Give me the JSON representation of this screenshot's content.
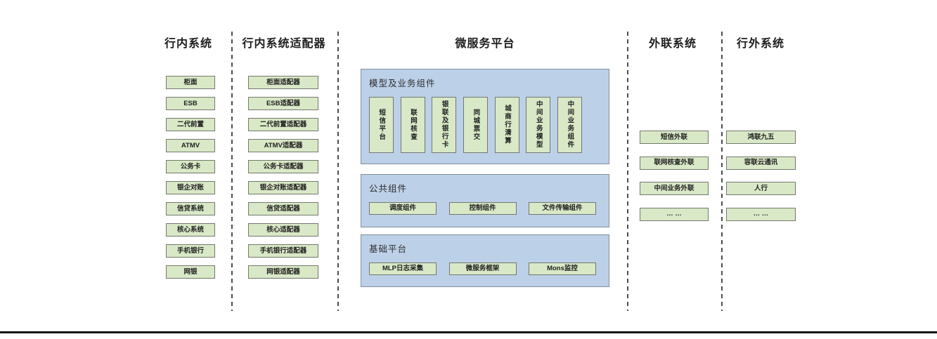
{
  "headers": {
    "inbank": "行内系统",
    "adapters": "行内系统适配器",
    "platform": "微服务平台",
    "outlink": "外联系统",
    "external": "行外系统"
  },
  "inbank_items": [
    "柜面",
    "ESB",
    "二代前置",
    "ATMV",
    "公务卡",
    "银企对账",
    "信贷系统",
    "核心系统",
    "手机银行",
    "网银"
  ],
  "adapter_items": [
    "柜面适配器",
    "ESB适配器",
    "二代前置适配器",
    "ATMV适配器",
    "公务卡适配器",
    "银企对账适配器",
    "信贷适配器",
    "核心适配器",
    "手机银行适配器",
    "网银适配器"
  ],
  "platform": {
    "model_section": {
      "title": "模型及业务组件",
      "items": [
        "短信平台",
        "联网核查",
        "银联及银行卡",
        "同城票交",
        "城商行清算",
        "中间业务模型",
        "中间业务组件"
      ]
    },
    "common_section": {
      "title": "公共组件",
      "items": [
        "调度组件",
        "控制组件",
        "文件传输组件"
      ]
    },
    "base_section": {
      "title": "基础平台",
      "items": [
        "MLP日志采集",
        "微服务框架",
        "Mons监控"
      ]
    }
  },
  "outlink_items": [
    "短信外联",
    "联网核查外联",
    "中间业务外联",
    "… …"
  ],
  "external_items": [
    "鸿联九五",
    "容联云通讯",
    "人行",
    "… …"
  ],
  "colors": {
    "green_fill": "#d9e8c6",
    "green_border": "#73786f",
    "blue_fill": "#bcd0e8",
    "blue_border": "#828f9d",
    "bottom_rule": "#161616"
  }
}
